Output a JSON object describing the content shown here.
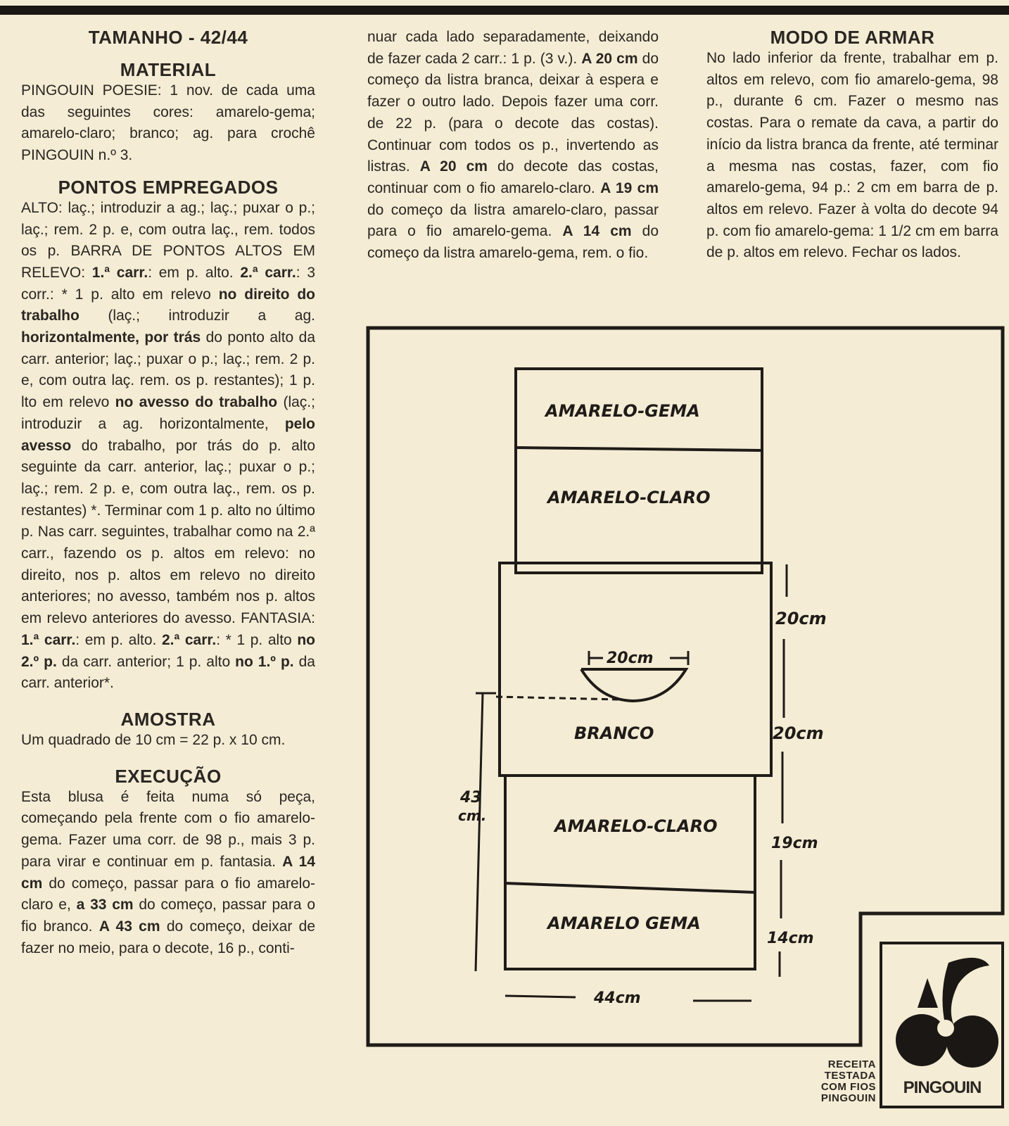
{
  "col1": {
    "tamanho": "TAMANHO - 42/44",
    "material_title": "MATERIAL",
    "material_text": "PINGOUIN POESIE: 1 nov. de cada uma das seguintes cores: amarelo-gema; amarelo-claro; branco; ag. para crochê PINGOUIN n.º 3.",
    "pontos_title": "PONTOS EMPREGADOS",
    "pontos_text": [
      {
        "t": "ALTO: laç.; introduzir a ag.; laç.; puxar o p.; laç.; rem. 2 p. e, com outra laç., rem. todos os p. BARRA DE PONTOS ALTOS EM RELEVO: ",
        "b": false
      },
      {
        "t": "1.ª carr.",
        "b": true
      },
      {
        "t": ": em p. alto. ",
        "b": false
      },
      {
        "t": "2.ª carr.",
        "b": true
      },
      {
        "t": ": 3 corr.: * 1 p. alto em relevo ",
        "b": false
      },
      {
        "t": "no direito do trabalho",
        "b": true
      },
      {
        "t": " (laç.; introduzir a ag. ",
        "b": false
      },
      {
        "t": "horizontalmente, por trás",
        "b": true
      },
      {
        "t": " do ponto alto da carr. anterior; laç.; puxar o p.; laç.; rem. 2 p. e, com outra laç. rem. os p. restantes); 1 p. lto em relevo ",
        "b": false
      },
      {
        "t": "no avesso do trabalho",
        "b": true
      },
      {
        "t": " (laç.; introduzir a ag. horizontalmente, ",
        "b": false
      },
      {
        "t": "pelo avesso",
        "b": true
      },
      {
        "t": " do trabalho, por trás do p. alto seguinte da carr. anterior, laç.; puxar o p.; laç.; rem. 2 p. e, com outra laç., rem. os p. restantes) *. Terminar com 1 p. alto no último p. Nas carr. seguintes, trabalhar como na 2.ª carr., fazendo os p. altos em relevo: no direito, nos p. altos em relevo no direito anteriores; no avesso, também nos p. altos em relevo anteriores do avesso. FANTASIA: ",
        "b": false
      },
      {
        "t": "1.ª carr.",
        "b": true
      },
      {
        "t": ": em p. alto. ",
        "b": false
      },
      {
        "t": "2.ª carr.",
        "b": true
      },
      {
        "t": ": * 1 p. alto ",
        "b": false
      },
      {
        "t": "no 2.º p.",
        "b": true
      },
      {
        "t": " da carr. anterior; 1 p. alto ",
        "b": false
      },
      {
        "t": "no 1.º p.",
        "b": true
      },
      {
        "t": " da carr. anterior*.",
        "b": false
      }
    ],
    "amostra_title": "AMOSTRA",
    "amostra_text": "Um quadrado de 10 cm = 22 p. x 10 cm.",
    "execucao_title": "EXECUÇÃO",
    "execucao_text": [
      {
        "t": "Esta blusa é feita numa só peça, começando pela frente com o fio amarelo-gema. Fazer uma corr. de 98 p., mais 3 p. para virar e continuar em p. fantasia. ",
        "b": false
      },
      {
        "t": "A 14 cm",
        "b": true
      },
      {
        "t": " do começo, passar para o fio amarelo-claro e, ",
        "b": false
      },
      {
        "t": "a 33 cm",
        "b": true
      },
      {
        "t": " do começo, passar para o fio branco. ",
        "b": false
      },
      {
        "t": "A 43 cm",
        "b": true
      },
      {
        "t": " do começo, deixar de fazer no meio, para o decote, 16 p., conti-",
        "b": false
      }
    ]
  },
  "col2": {
    "text": [
      {
        "t": "nuar cada lado separadamente, deixando de fazer cada 2 carr.: 1 p. (3 v.). ",
        "b": false
      },
      {
        "t": "A 20 cm",
        "b": true
      },
      {
        "t": " do começo da listra branca, deixar à espera e fazer o outro lado. Depois fazer uma corr. de 22 p. (para o decote das costas). Continuar com todos os p., invertendo as listras. ",
        "b": false
      },
      {
        "t": "A 20 cm",
        "b": true
      },
      {
        "t": " do decote das costas, continuar com o fio amarelo-claro. ",
        "b": false
      },
      {
        "t": "A 19 cm",
        "b": true
      },
      {
        "t": " do começo da listra amarelo-claro, passar para o fio amarelo-gema. ",
        "b": false
      },
      {
        "t": "A 14 cm",
        "b": true
      },
      {
        "t": " do começo da listra amarelo-gema, rem. o fio.",
        "b": false
      }
    ]
  },
  "col3": {
    "title": "MODO DE ARMAR",
    "text": "No lado inferior da frente, trabalhar em p. altos em relevo, com fio amarelo-gema, 98 p., durante 6 cm. Fazer o mesmo nas costas. Para o remate da cava, a partir do início da listra branca da frente, até terminar a mesma nas costas, fazer, com fio amarelo-gema, 94 p.: 2 cm em barra de p. altos em relevo. Fazer à volta do decote 94 p. com fio amarelo-gema: 1 1/2 cm em barra de p. altos em relevo. Fechar os lados."
  },
  "diagram": {
    "labels": {
      "top_gema": "AMARELO-GEMA",
      "top_claro": "AMARELO-CLARO",
      "branco": "BRANCO",
      "bottom_claro": "AMARELO-CLARO",
      "bottom_gema": "AMARELO GEMA"
    },
    "dims": {
      "neck": "20cm",
      "upper_20": "20cm",
      "lower_20": "20cm",
      "d19": "19cm",
      "d14": "14cm",
      "width": "44cm",
      "height_num": "43",
      "height_unit": "cm."
    }
  },
  "footer": {
    "receita": [
      "RECEITA",
      "TESTADA",
      "COM FIOS",
      "PINGOUIN"
    ],
    "brand": "PINGOUIN"
  }
}
